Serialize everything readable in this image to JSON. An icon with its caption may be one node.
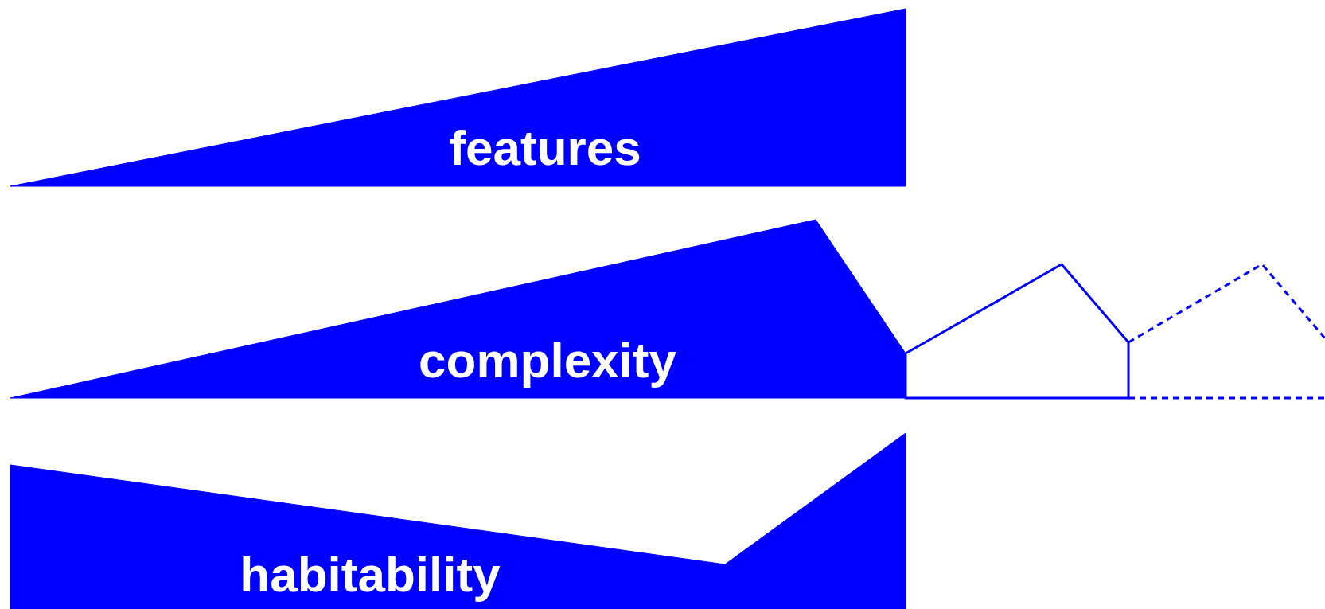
{
  "diagram": {
    "nodes": [
      {
        "text": [
          "features"
        ]
      },
      {
        "text": [
          "complexity"
        ]
      },
      {
        "text": [
          "habitability"
        ]
      },
      {
        "text": [],
        "shape": "polygon"
      },
      {
        "text": [],
        "shape": "polygon"
      }
    ]
  }
}
